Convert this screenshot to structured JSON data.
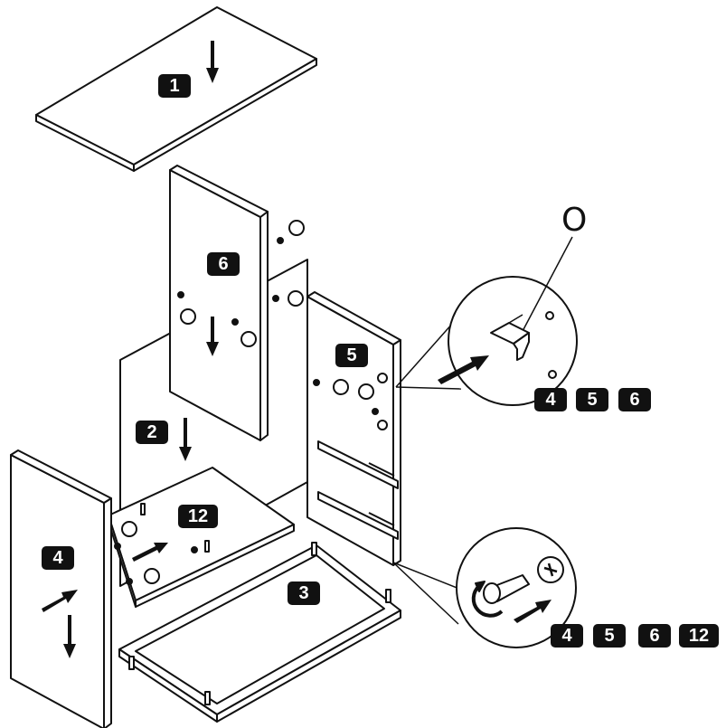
{
  "parts": {
    "top_panel": "1",
    "back_panel": "2",
    "base_frame": "3",
    "left_side": "4",
    "right_side": "5",
    "inner_side": "6",
    "shelf": "12"
  },
  "detail_top": {
    "label": "O",
    "applies_to": [
      "4",
      "5",
      "6"
    ]
  },
  "detail_bottom": {
    "applies_to": [
      "4",
      "5",
      "6",
      "12"
    ]
  },
  "colors": {
    "line": "#111111",
    "panel": "#ffffff",
    "badge": "#111111"
  },
  "icons": [
    "shelf-support-icon",
    "cam-lock-icon",
    "screwdriver-icon",
    "arrow-icon"
  ]
}
